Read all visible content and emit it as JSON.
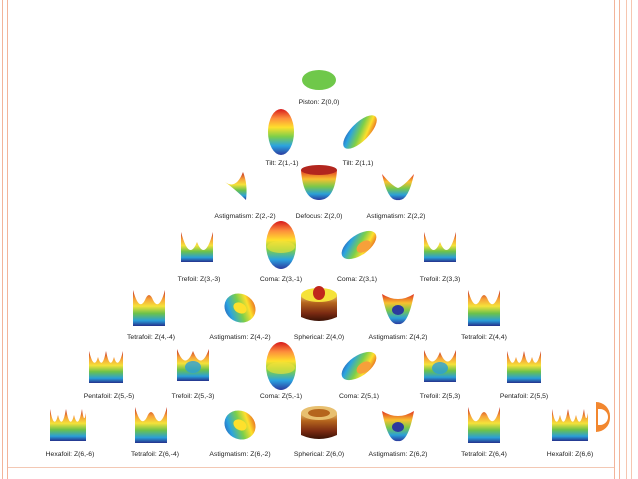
{
  "colors": {
    "slide_border": "#f3b49a",
    "accent_dot": "#f2872f",
    "piston": "#6fc84a"
  },
  "terms": [
    {
      "label": "Piston: Z(0,0)"
    },
    {
      "label": "Tilt: Z(1,-1)"
    },
    {
      "label": "Tilt: Z(1,1)"
    },
    {
      "label": "Astigmatism: Z(2,-2)"
    },
    {
      "label": "Defocus: Z(2,0)"
    },
    {
      "label": "Astigmatism: Z(2,2)"
    },
    {
      "label": "Trefoil: Z(3,-3)"
    },
    {
      "label": "Coma: Z(3,-1)"
    },
    {
      "label": "Coma: Z(3,1)"
    },
    {
      "label": "Trefoil: Z(3,3)"
    },
    {
      "label": "Tetrafoil: Z(4,-4)"
    },
    {
      "label": "Astigmatism: Z(4,-2)"
    },
    {
      "label": "Spherical: Z(4,0)"
    },
    {
      "label": "Astigmatism: Z(4,2)"
    },
    {
      "label": "Tetrafoil: Z(4,4)"
    },
    {
      "label": "Pentafoil: Z(5,-5)"
    },
    {
      "label": "Trefoil: Z(5,-3)"
    },
    {
      "label": "Coma: Z(5,-1)"
    },
    {
      "label": "Coma: Z(5,1)"
    },
    {
      "label": "Trefoil: Z(5,3)"
    },
    {
      "label": "Pentafoil: Z(5,5)"
    },
    {
      "label": "Hexafoil: Z(6,-6)"
    },
    {
      "label": "Tetrafoil: Z(6,-4)"
    },
    {
      "label": "Astigmatism: Z(6,-2)"
    },
    {
      "label": "Spherical: Z(6,0)"
    },
    {
      "label": "Astigmatism: Z(6,2)"
    },
    {
      "label": "Tetrafoil: Z(6,4)"
    },
    {
      "label": "Hexafoil: Z(6,6)"
    }
  ]
}
